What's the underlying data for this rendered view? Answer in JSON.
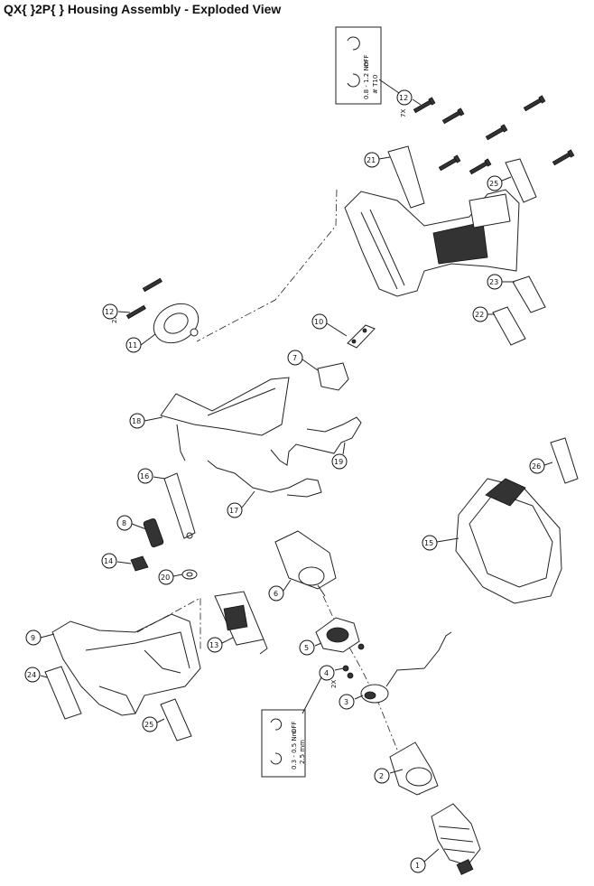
{
  "title": "QX{ }2P{ } Housing Assembly - Exploded View",
  "torque_box_top": {
    "spec": "0.8 - 1.2 Nm",
    "off": "OFF",
    "bit": "# T10"
  },
  "torque_box_bottom": {
    "spec": "0.3 - 0.5 Nm",
    "off": "OFF",
    "hex": "2.5 mm"
  },
  "quantities": {
    "q_7x": "7X",
    "q_2x_cover": "2X",
    "q_2x_screw": "2X"
  },
  "callouts": [
    "1",
    "2",
    "3",
    "4",
    "5",
    "6",
    "7",
    "8",
    "9",
    "10",
    "11",
    "12",
    "12",
    "13",
    "14",
    "15",
    "16",
    "17",
    "18",
    "19",
    "20",
    "21",
    "22",
    "23",
    "24",
    "25",
    "25",
    "26"
  ]
}
